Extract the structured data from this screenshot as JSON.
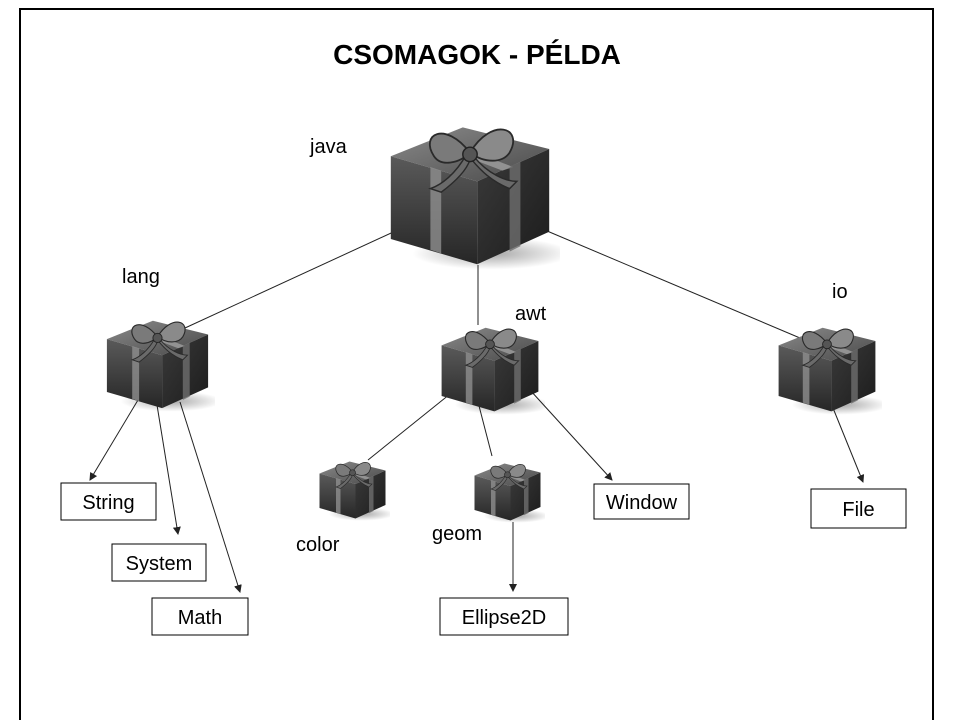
{
  "title": "CSOMAGOK - PÉLDA",
  "colors": {
    "gift_dark": "#2e2e2e",
    "gift_mid": "#5a5a5a",
    "gift_light": "#8a8a8a",
    "ribbon": "#9b9b9b",
    "line": "#222222"
  },
  "icons": {
    "package": "gift-box-icon"
  },
  "packages": [
    {
      "id": "java",
      "label": "java"
    },
    {
      "id": "lang",
      "label": "lang"
    },
    {
      "id": "awt",
      "label": "awt"
    },
    {
      "id": "io",
      "label": "io"
    },
    {
      "id": "color",
      "label": "color"
    },
    {
      "id": "geom",
      "label": "geom"
    }
  ],
  "classes": [
    {
      "id": "string",
      "label": "String"
    },
    {
      "id": "system",
      "label": "System"
    },
    {
      "id": "math",
      "label": "Math"
    },
    {
      "id": "window",
      "label": "Window"
    },
    {
      "id": "ellipse2d",
      "label": "Ellipse2D"
    },
    {
      "id": "file",
      "label": "File"
    }
  ],
  "edges": [
    {
      "from": "java",
      "to": "lang"
    },
    {
      "from": "java",
      "to": "awt"
    },
    {
      "from": "java",
      "to": "io"
    },
    {
      "from": "lang",
      "to": "string",
      "arrow": true
    },
    {
      "from": "lang",
      "to": "system",
      "arrow": true
    },
    {
      "from": "lang",
      "to": "math",
      "arrow": true
    },
    {
      "from": "awt",
      "to": "color"
    },
    {
      "from": "awt",
      "to": "geom"
    },
    {
      "from": "awt",
      "to": "window",
      "arrow": true
    },
    {
      "from": "geom",
      "to": "ellipse2d",
      "arrow": true
    },
    {
      "from": "io",
      "to": "file",
      "arrow": true
    }
  ]
}
